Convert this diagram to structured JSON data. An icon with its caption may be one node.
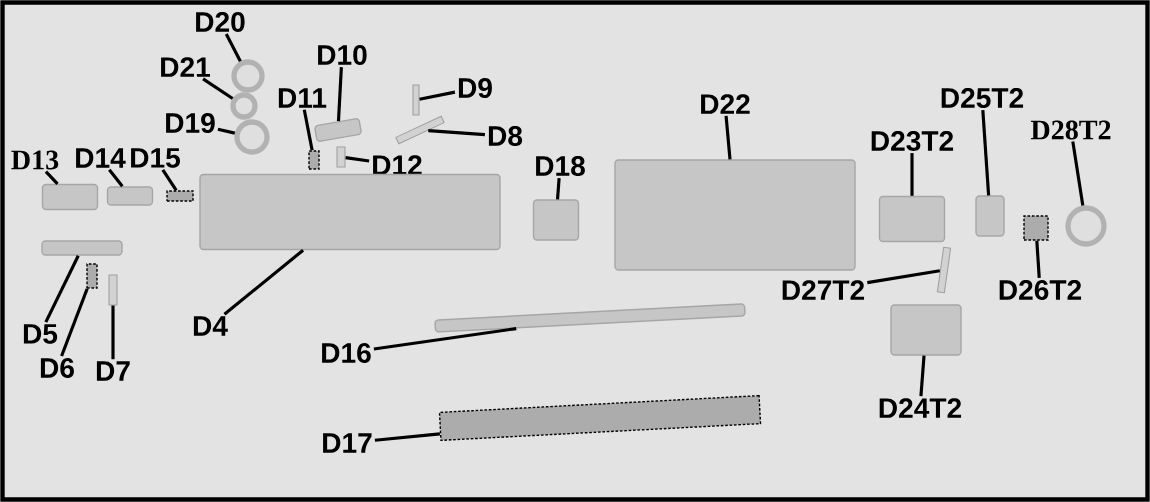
{
  "diagram": {
    "nodes": [
      {
        "text": [
          "D20"
        ]
      },
      {
        "text": [],
        "shape": "circle"
      },
      {
        "text": [
          "D21"
        ]
      },
      {
        "text": [],
        "shape": "circle"
      },
      {
        "text": [
          "D19"
        ]
      },
      {
        "text": [],
        "shape": "circle"
      },
      {
        "text": [
          "D10"
        ]
      },
      {
        "text": [],
        "shape": "box"
      },
      {
        "text": [
          "D11"
        ]
      },
      {
        "text": [],
        "shape": "box"
      },
      {
        "text": [
          "D9"
        ]
      },
      {
        "text": [],
        "shape": "box"
      },
      {
        "text": [
          "D22"
        ]
      },
      {
        "text": [],
        "shape": "box"
      },
      {
        "text": [
          "D8"
        ]
      },
      {
        "text": [],
        "shape": "box"
      },
      {
        "text": [
          "D13"
        ]
      },
      {
        "text": [],
        "shape": "box"
      },
      {
        "text": [
          "D14"
        ]
      },
      {
        "text": [],
        "shape": "box"
      },
      {
        "text": [
          "D15"
        ]
      },
      {
        "text": [],
        "shape": "box"
      },
      {
        "text": [
          "D12"
        ]
      },
      {
        "text": [],
        "shape": "box"
      },
      {
        "text": [
          "D18"
        ]
      },
      {
        "text": [],
        "shape": "box"
      },
      {
        "text": [
          "D23T2"
        ]
      },
      {
        "text": [],
        "shape": "box"
      },
      {
        "text": [
          "D25T2"
        ]
      },
      {
        "text": [],
        "shape": "box"
      },
      {
        "text": [
          "D28T2"
        ]
      },
      {
        "text": [],
        "shape": "circle"
      },
      {
        "text": [
          "D5"
        ]
      },
      {
        "text": [],
        "shape": "box"
      },
      {
        "text": [
          "D6"
        ]
      },
      {
        "text": [],
        "shape": "box"
      },
      {
        "text": [
          "D7"
        ]
      },
      {
        "text": [],
        "shape": "box"
      },
      {
        "text": [
          "D4"
        ]
      },
      {
        "text": [],
        "shape": "box"
      },
      {
        "text": [
          "D27T2"
        ]
      },
      {
        "text": [],
        "shape": "box"
      },
      {
        "text": [
          "D26T2"
        ]
      },
      {
        "text": [],
        "shape": "box"
      },
      {
        "text": [
          "D16"
        ]
      },
      {
        "text": [],
        "shape": "box"
      },
      {
        "text": [
          "D24T2"
        ]
      },
      {
        "text": [],
        "shape": "box"
      },
      {
        "text": [
          "D17"
        ]
      },
      {
        "text": [],
        "shape": "box"
      }
    ],
    "edges": [
      {
        "from": 0,
        "to": 1,
        "arrow": "none"
      },
      {
        "from": 2,
        "to": 3,
        "arrow": "none"
      },
      {
        "from": 4,
        "to": 5,
        "arrow": "none"
      },
      {
        "from": 6,
        "to": 7,
        "arrow": "none"
      },
      {
        "from": 8,
        "to": 9,
        "arrow": "none"
      },
      {
        "from": 10,
        "to": 11,
        "arrow": "none"
      },
      {
        "from": 12,
        "to": 13,
        "arrow": "none"
      },
      {
        "from": 14,
        "to": 15,
        "arrow": "none"
      },
      {
        "from": 16,
        "to": 17,
        "arrow": "none"
      },
      {
        "from": 18,
        "to": 19,
        "arrow": "none"
      },
      {
        "from": 20,
        "to": 21,
        "arrow": "none"
      },
      {
        "from": 22,
        "to": 23,
        "arrow": "none"
      },
      {
        "from": 24,
        "to": 25,
        "arrow": "none"
      },
      {
        "from": 26,
        "to": 27,
        "arrow": "none"
      },
      {
        "from": 28,
        "to": 29,
        "arrow": "none"
      },
      {
        "from": 30,
        "to": 31,
        "arrow": "none"
      },
      {
        "from": 32,
        "to": 33,
        "arrow": "none"
      },
      {
        "from": 34,
        "to": 35,
        "arrow": "none"
      },
      {
        "from": 36,
        "to": 37,
        "arrow": "none"
      },
      {
        "from": 38,
        "to": 39,
        "arrow": "none"
      },
      {
        "from": 40,
        "to": 41,
        "arrow": "none"
      },
      {
        "from": 42,
        "to": 43,
        "arrow": "none"
      },
      {
        "from": 44,
        "to": 45,
        "arrow": "none"
      },
      {
        "from": 46,
        "to": 47,
        "arrow": "none"
      },
      {
        "from": 48,
        "to": 49,
        "arrow": "none"
      }
    ]
  }
}
